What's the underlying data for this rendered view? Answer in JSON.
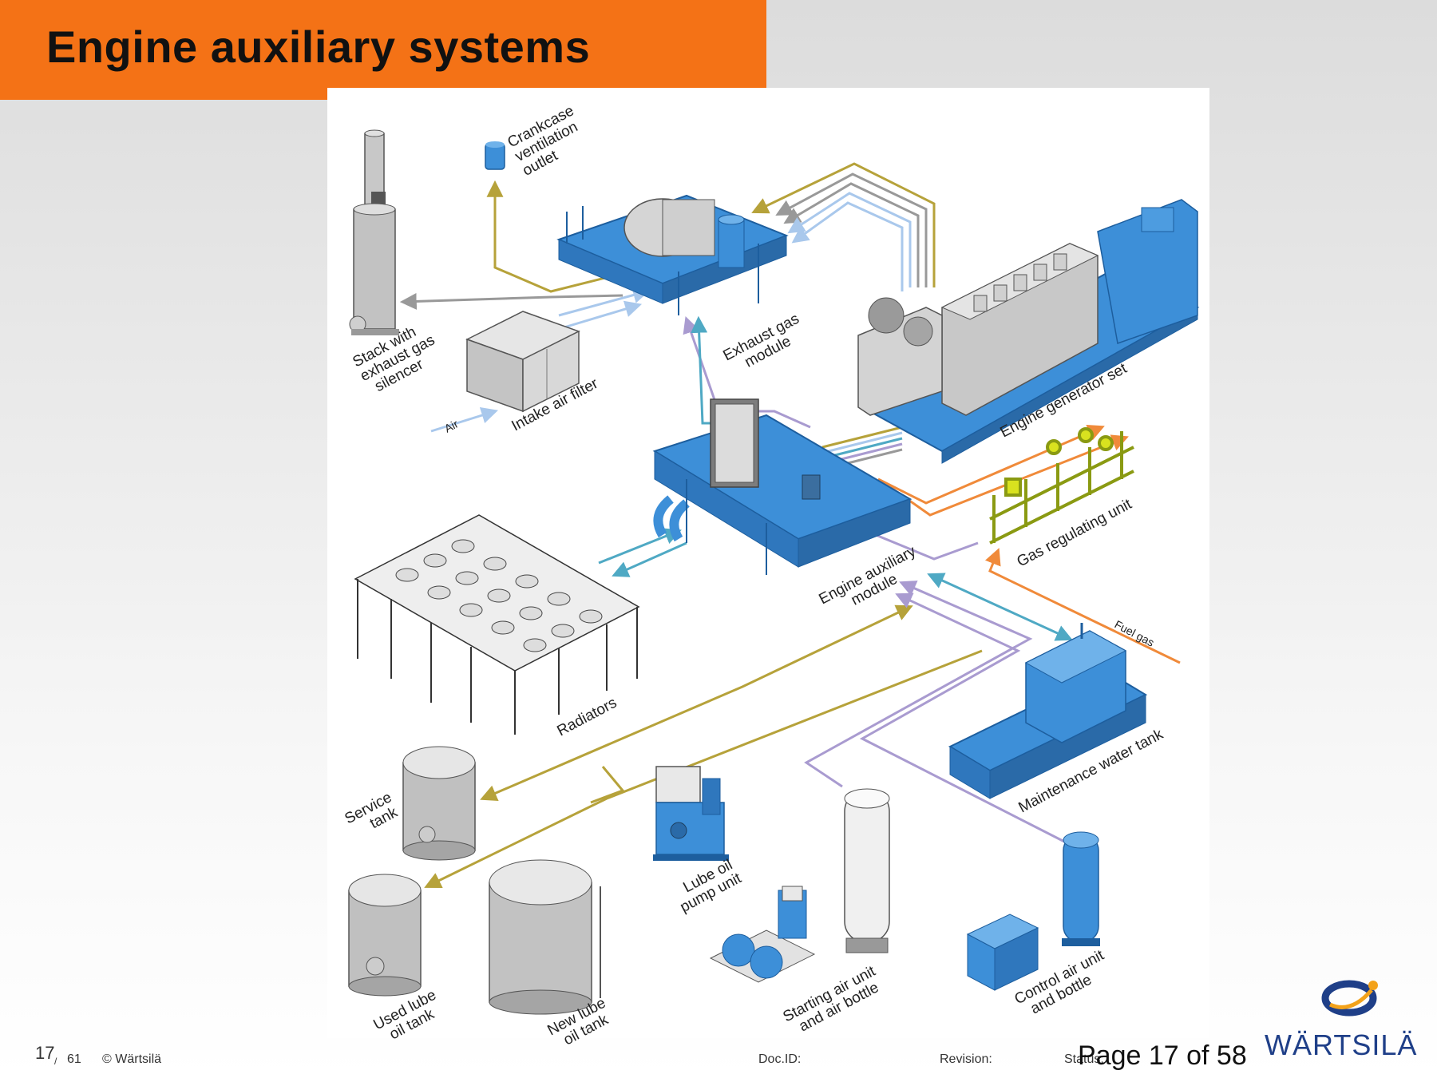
{
  "header": {
    "title": "Engine auxiliary systems"
  },
  "diagram": {
    "labels": {
      "crankcase": [
        "Crankcase",
        "ventilation",
        "outlet"
      ],
      "stack": [
        "Stack with",
        "exhaust gas",
        "silencer"
      ],
      "exhaust_module": [
        "Exhaust gas",
        "module"
      ],
      "air": "Air",
      "intake_filter": "Intake air filter",
      "generator": "Engine generator set",
      "aux_module": [
        "Engine auxiliary",
        "module"
      ],
      "gas_regulating": "Gas regulating unit",
      "fuel_gas": "Fuel gas",
      "radiators": "Radiators",
      "maintenance_tank": "Maintenance water tank",
      "service_tank": [
        "Service",
        "tank"
      ],
      "lube_pump": [
        "Lube oil",
        "pump unit"
      ],
      "used_lube": [
        "Used lube",
        "oil tank"
      ],
      "new_lube": [
        "New lube",
        "oil tank"
      ],
      "starting_air": [
        "Starting air unit",
        "and air bottle"
      ],
      "control_air": [
        "Control air unit",
        "and bottle"
      ]
    },
    "colors": {
      "equipment_blue": "#3d8fd8",
      "equipment_gray": "#b9b9b9",
      "yellow_green_line": "#b6a23a",
      "orange_line": "#f08a3a",
      "light_blue_line": "#a9c8ec",
      "gray_line": "#999999",
      "lavender_line": "#a99bd0",
      "teal_line": "#4fa9c4",
      "lime": "#d9e21f"
    }
  },
  "footer": {
    "page_number": "17",
    "slash": "/",
    "total_pages": "61",
    "copyright": "© Wärtsilä",
    "doc_id": "Doc.ID:",
    "revision": "Revision:",
    "status": "Status:",
    "page_of": "Page 17 of 58",
    "brand": "WÄRTSILÄ"
  }
}
